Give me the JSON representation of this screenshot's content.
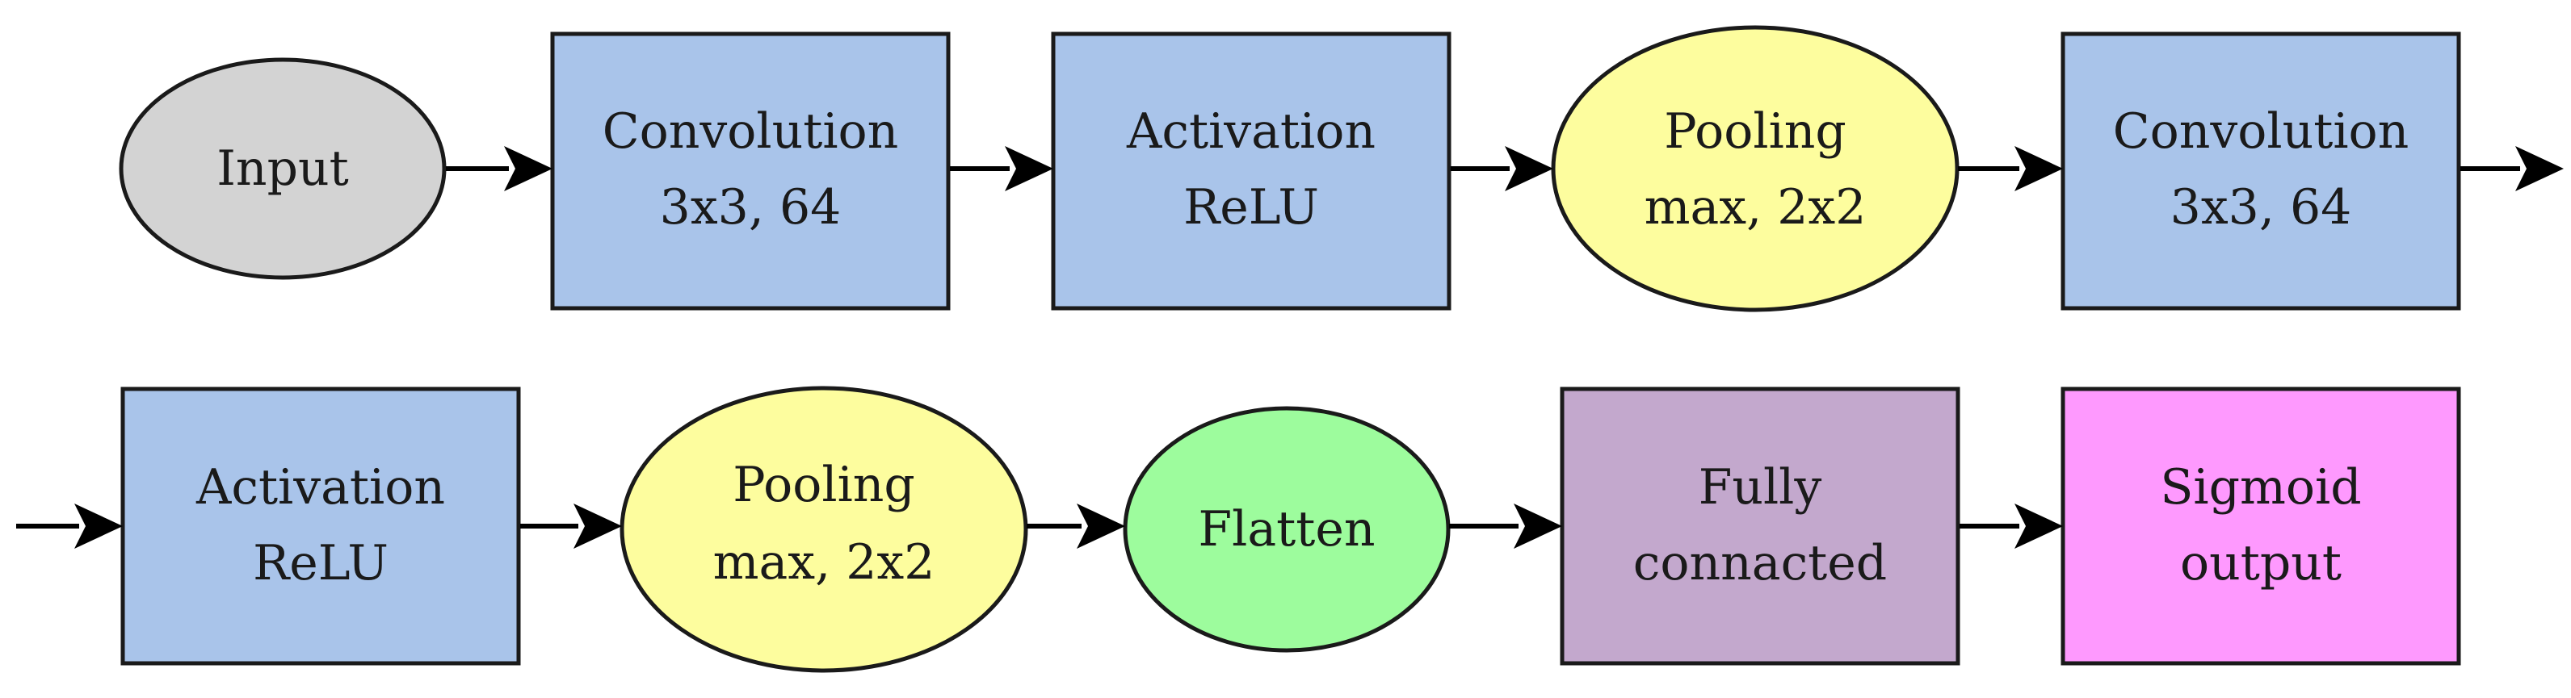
{
  "colors": {
    "input": "#d3d3d3",
    "convolution": "#a9c4ea",
    "activation": "#a9c4ea",
    "pooling": "#fdfd9e",
    "flatten": "#9dfc9d",
    "fully_connected": "#c3a8cd",
    "sigmoid": "#fe99fe",
    "outline": "#1a1a1a"
  },
  "nodes": {
    "input": {
      "lines": [
        "Input"
      ]
    },
    "conv1": {
      "lines": [
        "Convolution",
        "3x3, 64"
      ]
    },
    "act1": {
      "lines": [
        "Activation",
        "ReLU"
      ]
    },
    "pool1": {
      "lines": [
        "Pooling",
        "max, 2x2"
      ]
    },
    "conv2": {
      "lines": [
        "Convolution",
        "3x3, 64"
      ]
    },
    "act2": {
      "lines": [
        "Activation",
        "ReLU"
      ]
    },
    "pool2": {
      "lines": [
        "Pooling",
        "max, 2x2"
      ]
    },
    "flatten": {
      "lines": [
        "Flatten"
      ]
    },
    "fc": {
      "lines": [
        "Fully",
        "connacted"
      ]
    },
    "sigmoid": {
      "lines": [
        "Sigmoid",
        "output"
      ]
    }
  }
}
